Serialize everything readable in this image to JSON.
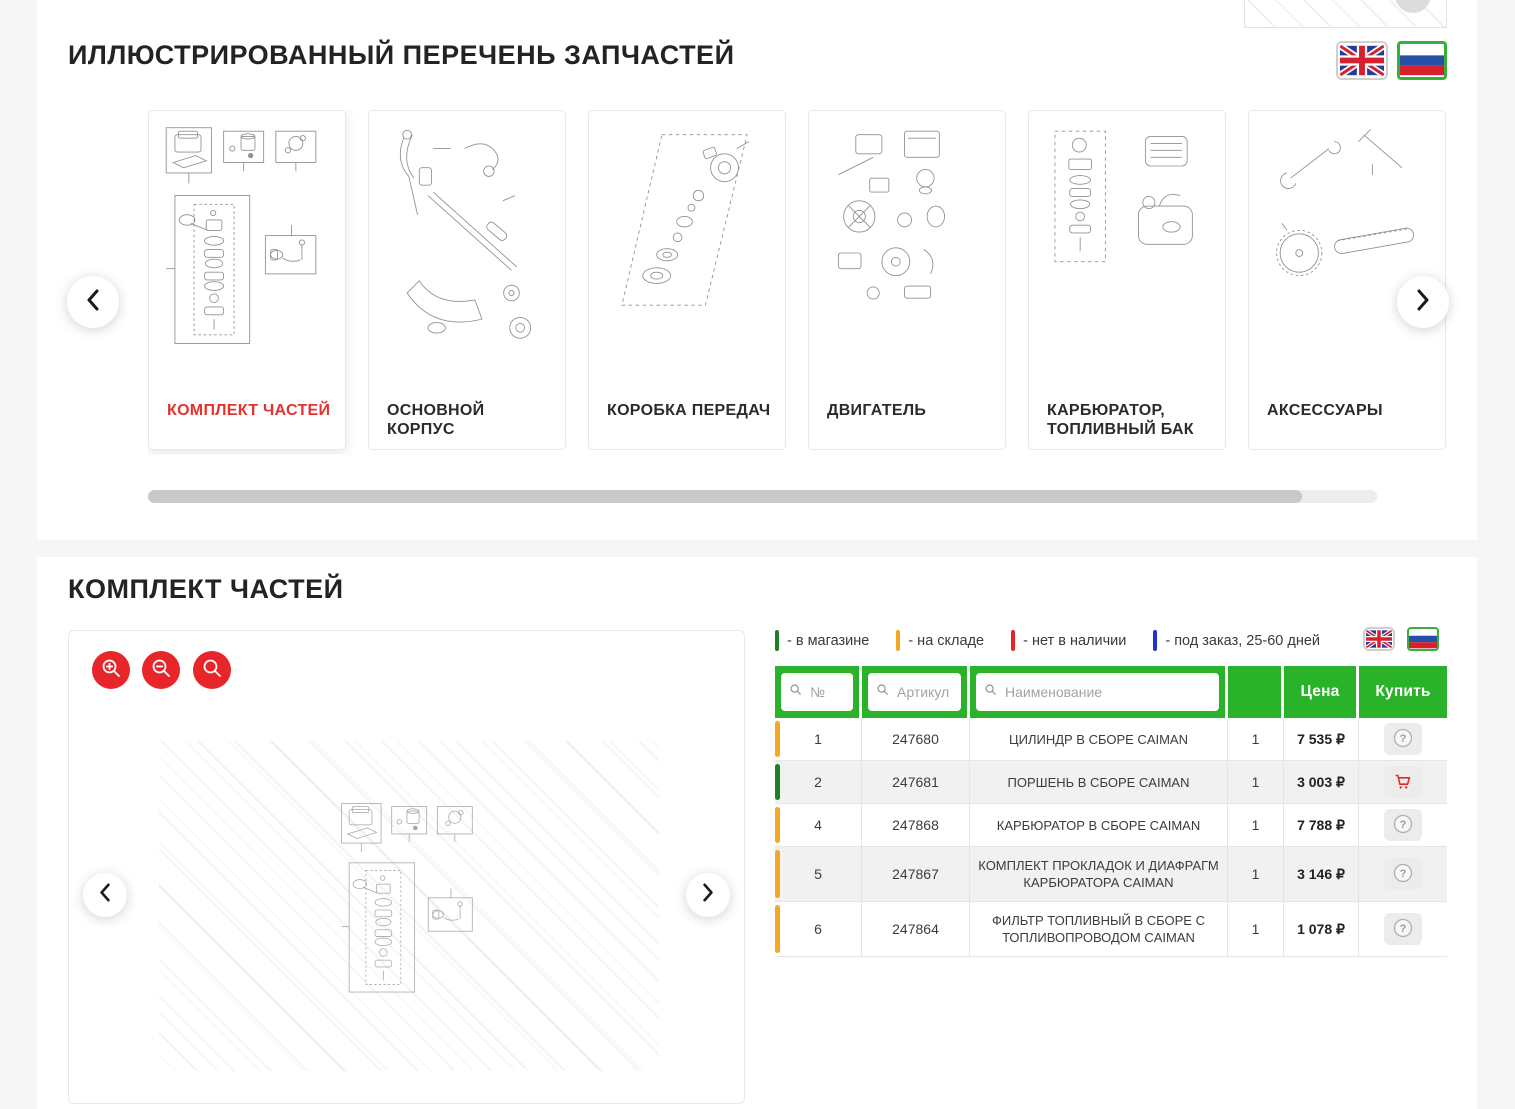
{
  "sections": {
    "parts_list_title": "ИЛЛЮСТРИРОВАННЫЙ ПЕРЕЧЕНЬ ЗАПЧАСТЕЙ",
    "kit_title": "КОМПЛЕКТ ЧАСТЕЙ"
  },
  "language_switcher": {
    "options": [
      "english",
      "russian"
    ],
    "active": "russian"
  },
  "carousel": {
    "items": [
      {
        "label": "КОМПЛЕКТ ЧАСТЕЙ",
        "active": true
      },
      {
        "label": "ОСНОВНОЙ КОРПУС"
      },
      {
        "label": "КОРОБКА ПЕРЕДАЧ"
      },
      {
        "label": "ДВИГАТЕЛЬ"
      },
      {
        "label": "КАРБЮРАТОР, ТОПЛИВНЫЙ БАК"
      },
      {
        "label": "АКСЕССУАРЫ"
      }
    ]
  },
  "legend": {
    "items": [
      {
        "label": "- в магазине",
        "color_key": "status-green"
      },
      {
        "label": "- на складе",
        "color_key": "status-orange"
      },
      {
        "label": "- нет в наличии",
        "color_key": "status-red"
      },
      {
        "label": "- под заказ, 25-60 дней",
        "color_key": "status-blue"
      }
    ]
  },
  "table": {
    "search": {
      "num_placeholder": "№",
      "sku_placeholder": "Артикул",
      "name_placeholder": "Наименование"
    },
    "headers": {
      "price": "Цена",
      "buy": "Купить"
    },
    "rows": [
      {
        "num": "1",
        "sku": "247680",
        "name": "ЦИЛИНДР В СБОРЕ CAIMAN",
        "qty": "1",
        "price": "7 535 ₽",
        "status_key": "status-orange",
        "action": "info"
      },
      {
        "num": "2",
        "sku": "247681",
        "name": "ПОРШЕНЬ В СБОРЕ CAIMAN",
        "qty": "1",
        "price": "3 003 ₽",
        "status_key": "status-green",
        "action": "cart"
      },
      {
        "num": "4",
        "sku": "247868",
        "name": "КАРБЮРАТОР В СБОРЕ CAIMAN",
        "qty": "1",
        "price": "7 788 ₽",
        "status_key": "status-orange",
        "action": "info"
      },
      {
        "num": "5",
        "sku": "247867",
        "name": "КОМПЛЕКТ ПРОКЛАДОК И ДИАФРАГМ КАРБЮРАТОРА CAIMAN",
        "qty": "1",
        "price": "3 146 ₽",
        "status_key": "status-orange",
        "action": "info"
      },
      {
        "num": "6",
        "sku": "247864",
        "name": "ФИЛЬТР ТОПЛИВНЫЙ В СБОРЕ С ТОПЛИВОПРОВОДОМ CAIMAN",
        "qty": "1",
        "price": "1 078 ₽",
        "status_key": "status-orange",
        "action": "info"
      }
    ]
  },
  "icons": {
    "question_glyph": "?",
    "names": [
      "zoom-in-icon",
      "zoom-out-icon",
      "search-icon",
      "chevron-left-icon",
      "chevron-right-icon",
      "cart-icon",
      "question-icon",
      "uk-flag-icon",
      "ru-flag-icon"
    ]
  },
  "colors": {
    "header-green": "#2ab32a",
    "status-green": "#1f7f24",
    "status-orange": "#f5a623",
    "status-red": "#e8262a",
    "status-blue": "#2033c9",
    "accent-red": "#e53230",
    "flag-active-green": "#35b13a"
  }
}
